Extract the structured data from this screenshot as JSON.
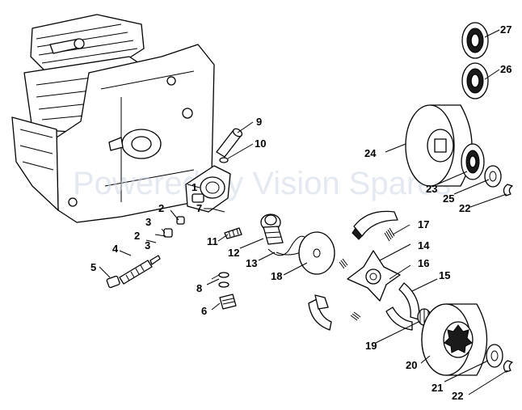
{
  "watermark": "Powered by Vision Spares",
  "callouts": {
    "c1": "1",
    "c2a": "2",
    "c2b": "2",
    "c3a": "3",
    "c3b": "3",
    "c4": "4",
    "c5": "5",
    "c6": "6",
    "c7": "7",
    "c8": "8",
    "c9": "9",
    "c10": "10",
    "c11": "11",
    "c12": "12",
    "c13": "13",
    "c14": "14",
    "c15": "15",
    "c16": "16",
    "c17": "17",
    "c18": "18",
    "c19": "19",
    "c20": "20",
    "c21": "21",
    "c22a": "22",
    "c22b": "22",
    "c23": "23",
    "c24": "24",
    "c25": "25",
    "c26": "26",
    "c27": "27"
  }
}
